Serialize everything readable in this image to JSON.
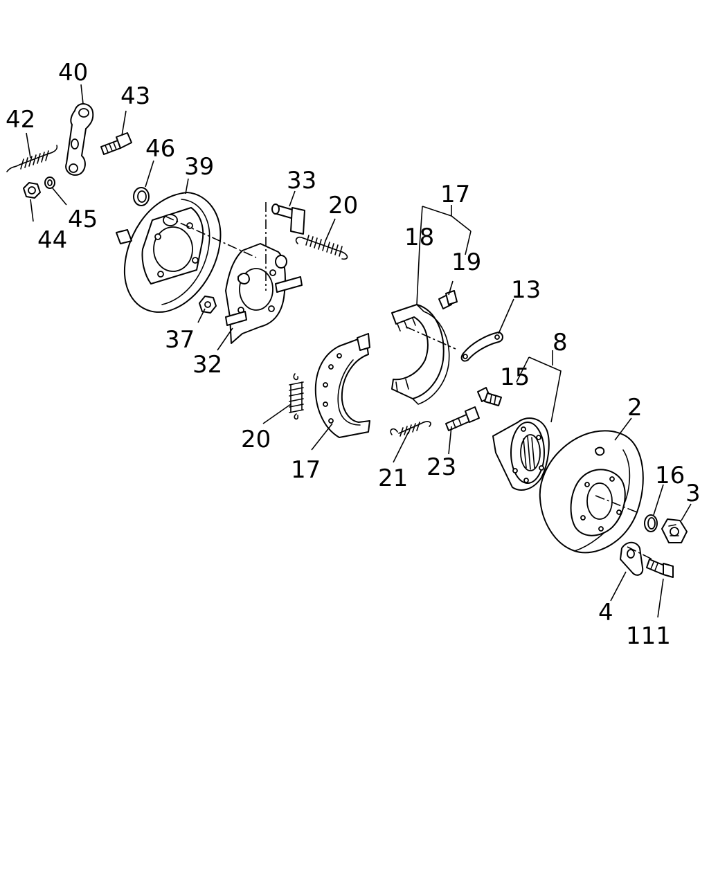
{
  "callouts": {
    "c40": "40",
    "c43": "43",
    "c42": "42",
    "c46": "46",
    "c39": "39",
    "c33": "33",
    "c20a": "20",
    "c17a": "17",
    "c45": "45",
    "c44": "44",
    "c18": "18",
    "c19": "19",
    "c13": "13",
    "c37": "37",
    "c32": "32",
    "c8": "8",
    "c15": "15",
    "c2": "2",
    "c20b": "20",
    "c17b": "17",
    "c21": "21",
    "c23": "23",
    "c16": "16",
    "c3": "3",
    "c4": "4",
    "c111": "111"
  }
}
